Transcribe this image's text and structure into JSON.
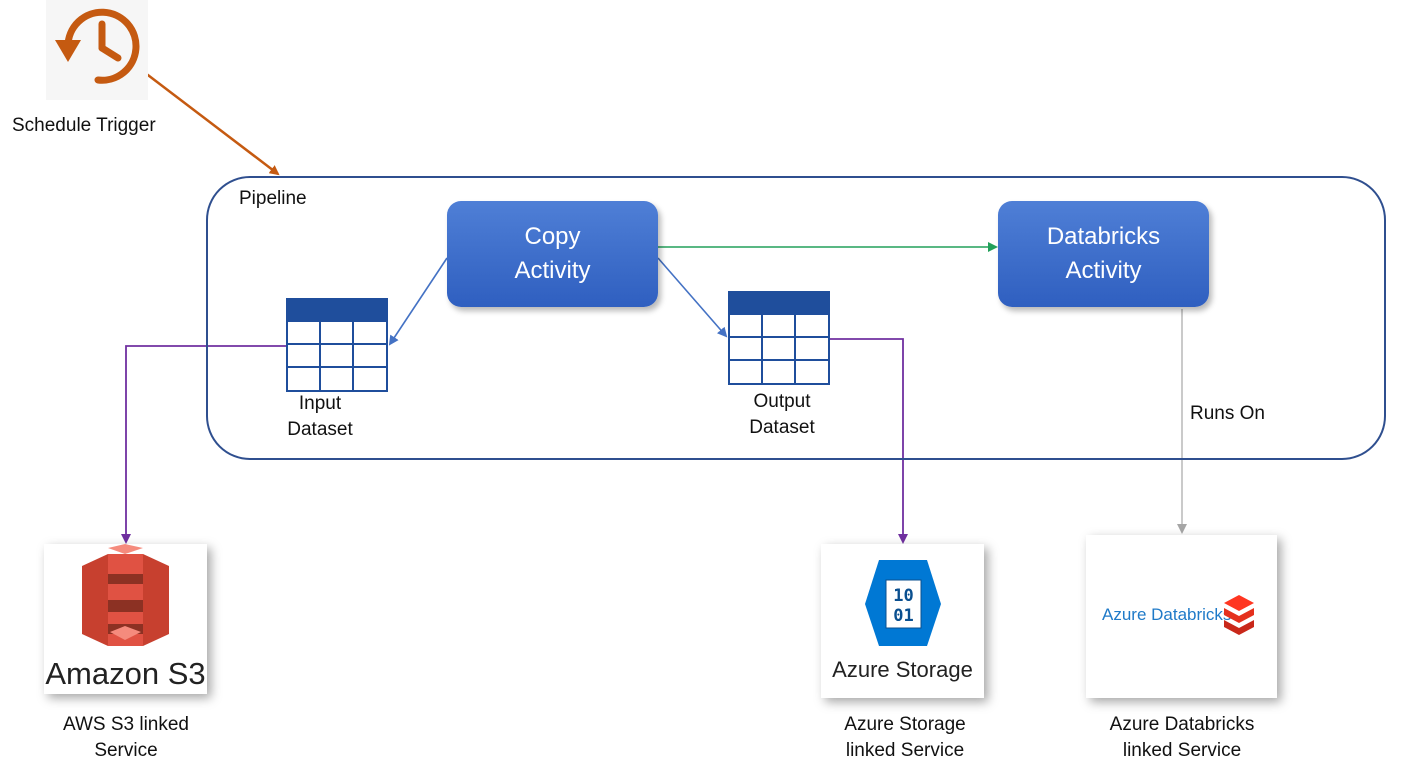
{
  "trigger": {
    "label": "Schedule Trigger",
    "icon": "schedule-clock-icon",
    "color": "#c55a11"
  },
  "pipeline": {
    "label": "Pipeline"
  },
  "activities": {
    "copy": {
      "line1": "Copy",
      "line2": "Activity"
    },
    "databricks": {
      "line1": "Databricks",
      "line2": "Activity"
    }
  },
  "datasets": {
    "input": {
      "line1": "Input",
      "line2": "Dataset",
      "icon": "table-icon"
    },
    "output": {
      "line1": "Output",
      "line2": "Dataset",
      "icon": "table-icon"
    }
  },
  "edges": {
    "runs_on": "Runs On"
  },
  "services": {
    "s3": {
      "logo_text": "Amazon S3",
      "line1": "AWS S3 linked",
      "line2": "Service",
      "icon": "amazon-s3-icon"
    },
    "storage": {
      "logo_text": "Azure Storage",
      "line1": "Azure Storage",
      "line2": "linked Service",
      "icon": "azure-storage-icon"
    },
    "databricks": {
      "logo_text": "Azure Databricks",
      "line1": "Azure Databricks",
      "line2": "linked Service",
      "icon": "azure-databricks-icon"
    }
  },
  "colors": {
    "trigger_arrow": "#c55a11",
    "activity_fill": "#3f6fcc",
    "pipeline_border": "#2f4f8f",
    "dataset_arrow": "#4472c4",
    "success_arrow": "#22a05a",
    "linked_arrow": "#7030a0",
    "runs_on_arrow": "#a6a6a6",
    "s3_red": "#e05243",
    "azure_blue": "#0078d4",
    "databricks_red": "#ff3621"
  }
}
